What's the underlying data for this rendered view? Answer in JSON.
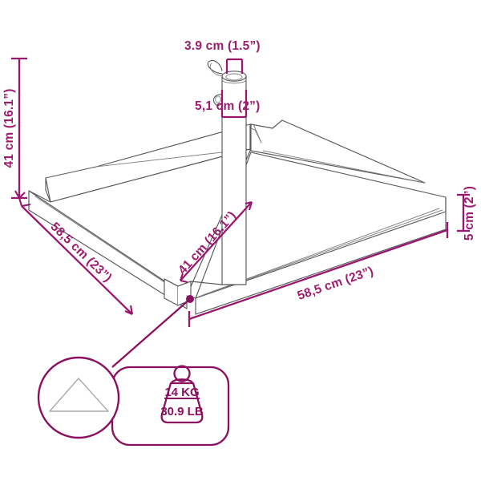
{
  "diagram": {
    "title": "Parasol base technical dimension diagram",
    "product": "triangular-umbrella-base-plates",
    "colors": {
      "dimension_line": "#99186E",
      "dimension_text": "#9E1B6E",
      "badge_outline": "#8C1060",
      "product_outline": "#58595B",
      "product_inner_line": "#808184",
      "background": "#FFFFFF"
    },
    "dimensions": {
      "pole_inner_diameter": {
        "label": "3.9 cm (1.5”)",
        "name": "pole-inner-diameter"
      },
      "pole_outer_diameter": {
        "label": "5,1 cm (2”)",
        "name": "pole-outer-diameter"
      },
      "total_height": {
        "label": "41 cm (16.1”)",
        "name": "total-height"
      },
      "plate_thickness": {
        "label": "5 cm (2”)",
        "name": "plate-thickness"
      },
      "left_plate_edge": {
        "label": "58,5 cm (23”)",
        "name": "left-plate-long-edge"
      },
      "right_plate_edge": {
        "label": "58,5 cm (23”)",
        "name": "right-plate-long-edge"
      },
      "plate_short_edge": {
        "label": "41 cm (16.1”)",
        "name": "plate-short-edge"
      }
    },
    "callout": {
      "shape_icon": "triangle-icon",
      "weight_icon": "weight-icon",
      "weight_kg": "14 KG",
      "weight_lb": "30.9 LB"
    }
  }
}
